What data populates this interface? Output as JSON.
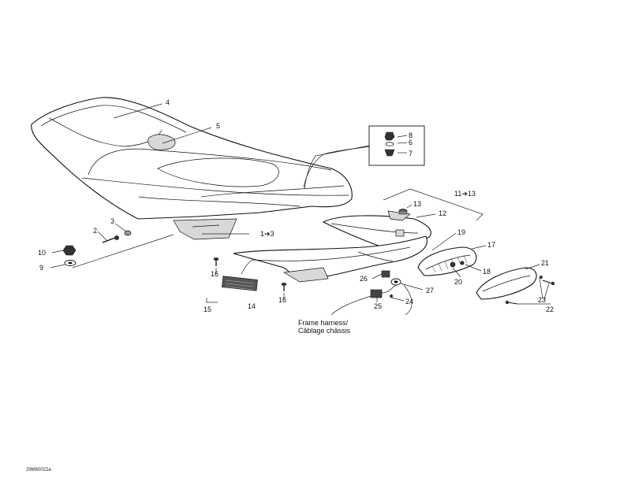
{
  "callouts": {
    "c4": "4",
    "c5": "5",
    "c8": "8",
    "c6": "6",
    "c7": "7",
    "c11_13": "11➔13",
    "c13": "13",
    "c12": "12",
    "c3": "3",
    "c2": "2",
    "c1_3": "1➔3",
    "c10": "10",
    "c9": "9",
    "c19": "19",
    "c17": "17",
    "c18": "18",
    "c20": "20",
    "c21": "21",
    "c23": "23",
    "c22": "22",
    "c16a": "16",
    "c16b": "16",
    "c26": "26",
    "c27": "27",
    "c15": "15",
    "c14": "14",
    "c25": "25",
    "c24": "24"
  },
  "harness_note": {
    "line1": "Frame harness/",
    "line2": "Câblage châssis"
  },
  "figure_ref": "29M60022a"
}
